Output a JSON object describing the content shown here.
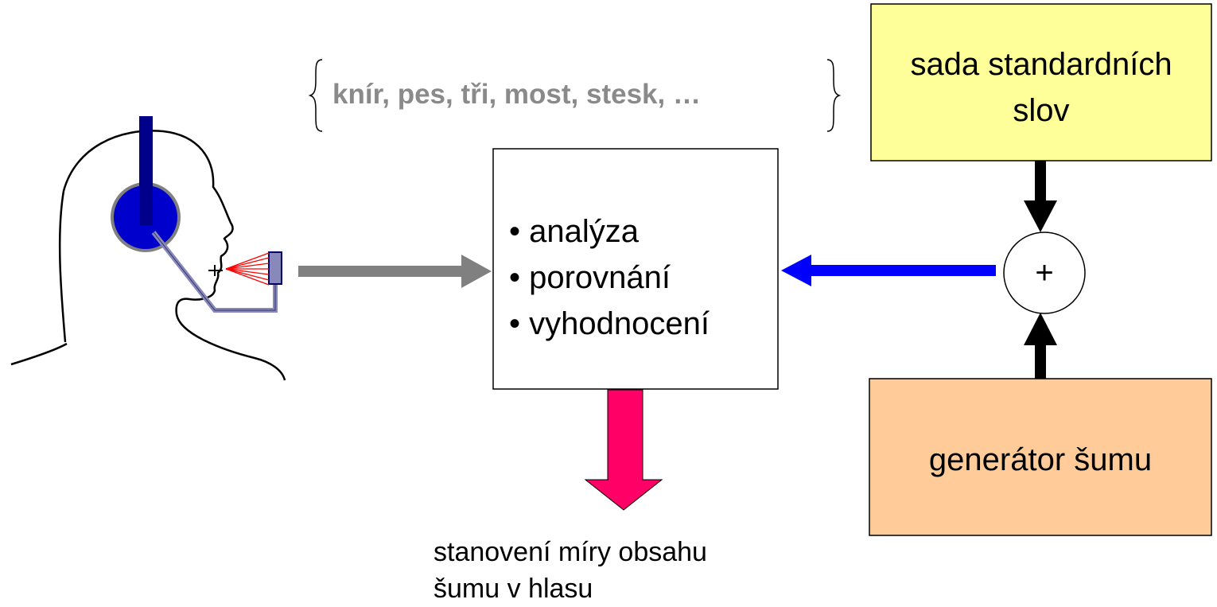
{
  "words_set": "knír, pes, tři, most, stesk, …",
  "analysis": {
    "items": [
      "• analýza",
      "• porovnání",
      "• vyhodnocení"
    ]
  },
  "word_set_box": {
    "line1": "sada standardních",
    "line2": "slov",
    "fill": "#FFFF99"
  },
  "noise_box": {
    "label": "generátor šumu",
    "fill": "#FFCC99"
  },
  "mixer": {
    "symbol": "+"
  },
  "result": {
    "line1": "stanovení míry obsahu",
    "line2": "šumu v hlasu"
  },
  "colors": {
    "speech_arrow": "#808080",
    "mix_arrow": "#0000FF",
    "output_arrow": "#FF0066",
    "headphone": "#0000CC",
    "headphone_band": "#00008B"
  }
}
